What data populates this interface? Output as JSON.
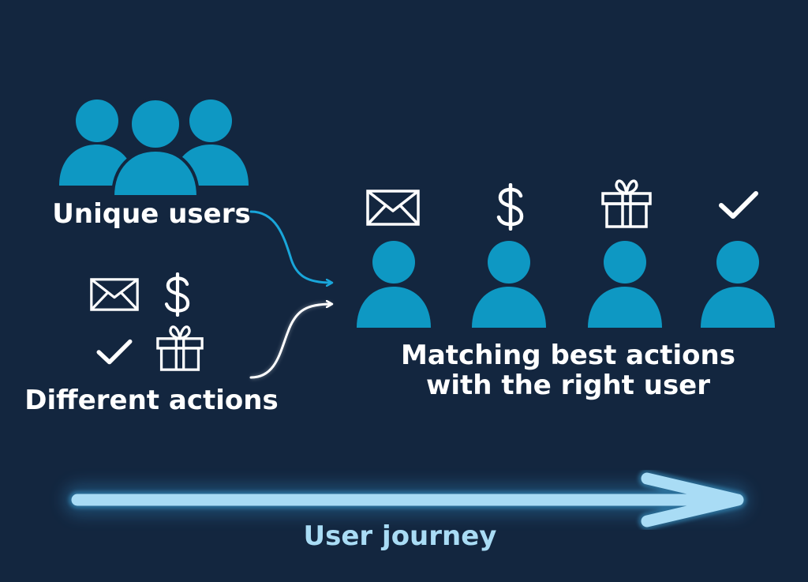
{
  "colors": {
    "background": "#13263f",
    "user_figure": "#0e98c3",
    "icon_stroke": "#ffffff",
    "journey_arrow": "#a9dcf5",
    "journey_glow": "#3fa9dd",
    "blue_connector": "#19a6da"
  },
  "left": {
    "users_label": "Unique users",
    "actions_label": "Different actions",
    "action_icons": [
      "envelope-icon",
      "dollar-icon",
      "checkmark-icon",
      "gift-icon"
    ]
  },
  "right": {
    "icons": [
      "envelope-icon",
      "dollar-icon",
      "gift-icon",
      "checkmark-icon"
    ],
    "caption_line1": "Matching best actions",
    "caption_line2": "with the right user"
  },
  "journey": {
    "label": "User journey"
  }
}
